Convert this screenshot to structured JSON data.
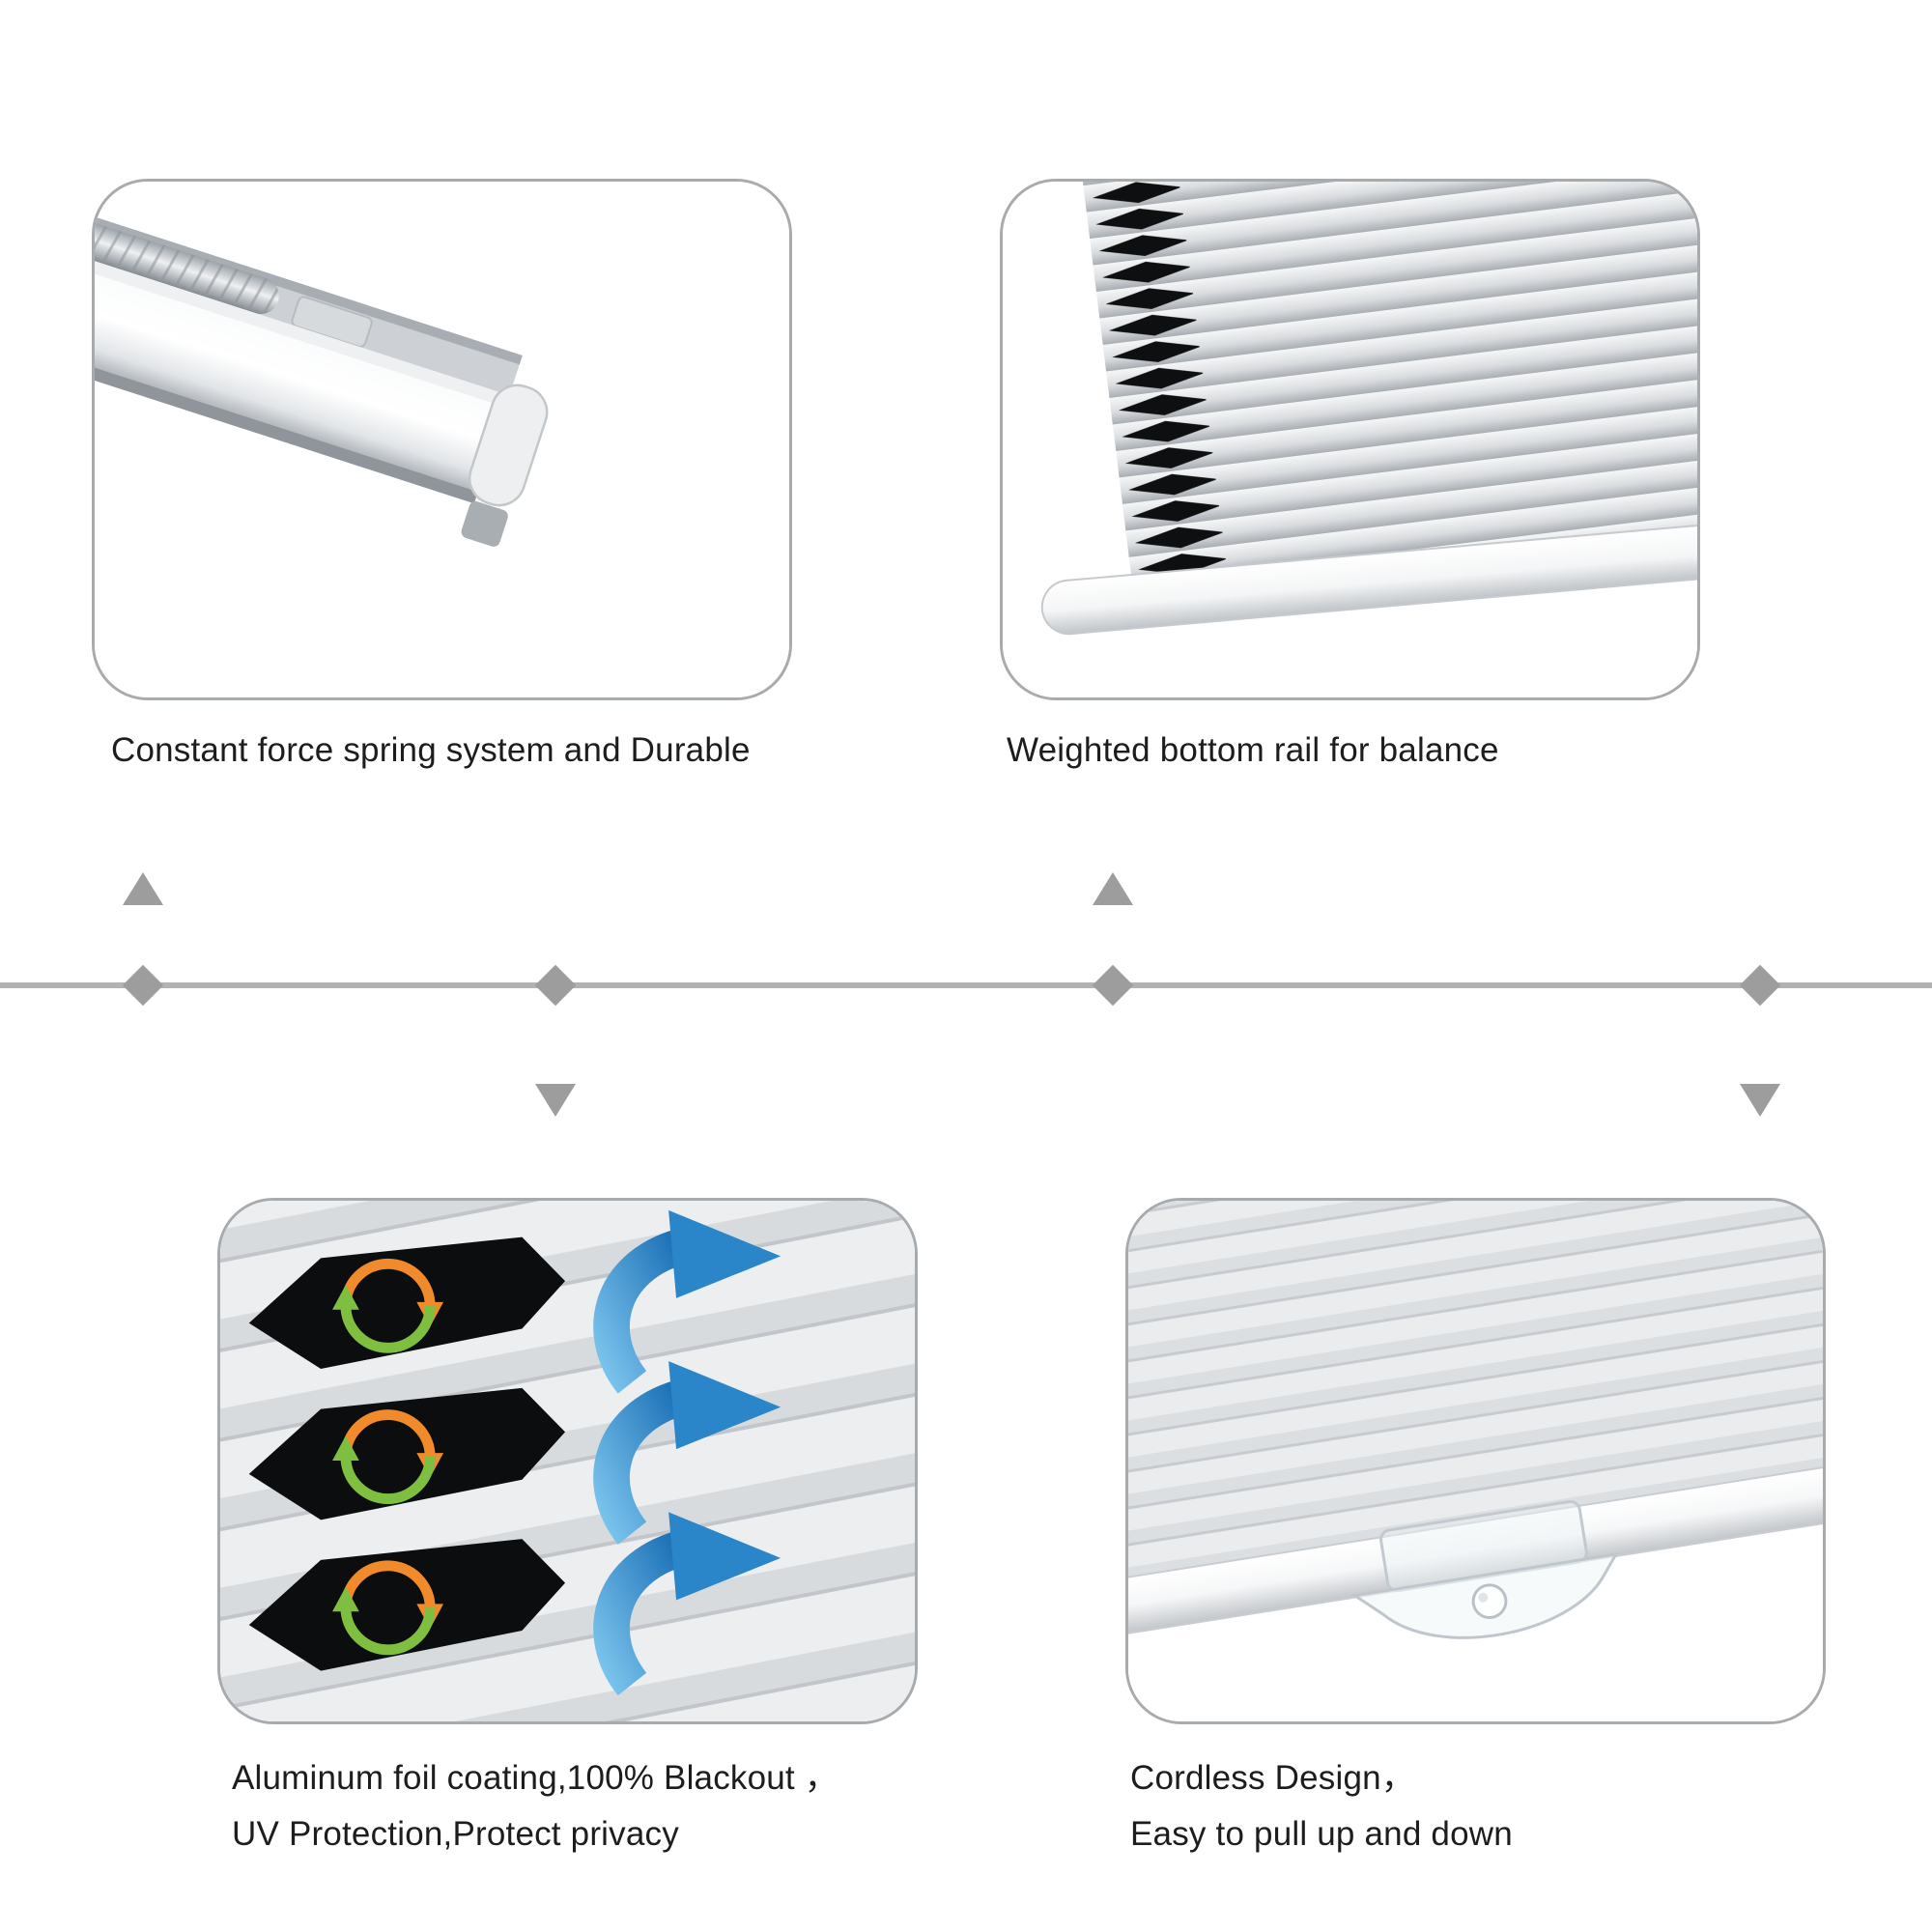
{
  "page": {
    "background": "#ffffff"
  },
  "colors": {
    "panel_border": "#a8abae",
    "caption_text": "#1d1d1f",
    "divider_gray": "#b2b2b2",
    "arrow_gray": "#9d9d9d",
    "cell_black": "#0c0d0e",
    "cycle_orange": "#f08a2a",
    "cycle_green": "#7fbf3f",
    "flow_blue_light": "#79c2ec",
    "flow_blue_dark": "#1a6fb5"
  },
  "features": [
    {
      "id": "spring-system",
      "image": "constant-force-spring-rail-photo",
      "caption_lines": [
        "Constant force spring system and Durable"
      ]
    },
    {
      "id": "weighted-rail",
      "image": "cellular-shade-bottom-rail-photo",
      "caption_lines": [
        "Weighted bottom rail for balance"
      ]
    },
    {
      "id": "foil-coating",
      "image": "aluminum-foil-honeycomb-cells-photo",
      "caption_lines": [
        "Aluminum foil coating,100% Blackout ，",
        "UV Protection,Protect privacy"
      ]
    },
    {
      "id": "cordless",
      "image": "cordless-clear-handle-photo",
      "caption_lines": [
        "Cordless Design，",
        "Easy to pull up and down"
      ]
    }
  ]
}
